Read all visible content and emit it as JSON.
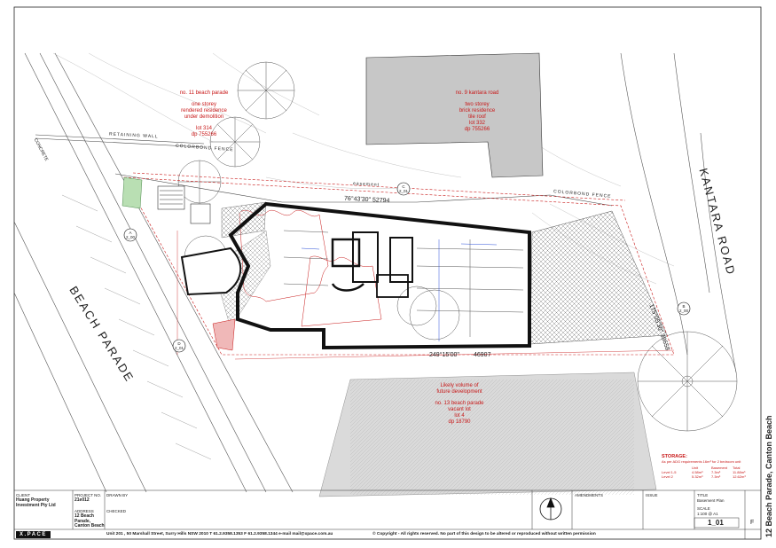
{
  "street_labels": {
    "beach_parade": "BEACH PARADE",
    "kantara_road": "KANTARA ROAD",
    "side_title": "12 Beach Parade, Canton Beach"
  },
  "wall_labels": {
    "retaining_wall": "RETAINING WALL",
    "colorbond_fence_top": "COLORBOND FENCE",
    "colorbond_fence_right": "COLORBOND FENCE",
    "easement": "easement",
    "concrete": "CONCRETE"
  },
  "neighbours": {
    "no11": {
      "title": "no. 11 beach parade",
      "desc1": "one storey",
      "desc2": "rendered residence",
      "desc3": "under demolition",
      "lot": "lot 314",
      "dp": "dp 755266"
    },
    "no9": {
      "title": "no. 9 kantara road",
      "desc1": "two storey",
      "desc2": "brick residence",
      "desc3": "tile roof",
      "lot": "lot 332",
      "dp": "dp 755266"
    },
    "no13": {
      "line1": "Likely volume of",
      "line2": "future development",
      "title": "no. 13 beach parade",
      "desc": "vacant lot",
      "lot": "lot 4",
      "dp": "dp 18790"
    }
  },
  "boundaries": {
    "top": "76°43'30\"  52794",
    "bottom_bearing": "249°15'00\"",
    "bottom_length": "46907",
    "right": "175°05'30\"  38658"
  },
  "section_markers": [
    {
      "id": "A",
      "sheet": "2_00"
    },
    {
      "id": "B",
      "sheet": "2_00"
    },
    {
      "id": "C",
      "sheet": "2_01"
    },
    {
      "id": "D",
      "sheet": "2_01"
    }
  ],
  "storage": {
    "title": "STORAGE:",
    "note": "As per ADG requirements 16m³ for 2 bedroom unit",
    "headers": [
      "Unit",
      "Basement",
      "Total"
    ],
    "rows": [
      [
        "Level 1-5",
        "4.58m³",
        "7.3m³",
        "11.88m³"
      ],
      [
        "Level 2",
        "5.32m³",
        "7.3m³",
        "12.62m³"
      ]
    ]
  },
  "title_block": {
    "client_label": "CLIENT",
    "client_value": "Huang Property Investment Pty Ltd",
    "address_label": "ADDRESS",
    "address_value": "12 Beach Parade, Canton Beach",
    "project_no_label": "PROJECT NO.",
    "project_no_value": "21e012",
    "drawn_by_label": "DRAWN BY",
    "checked_label": "CHECKED",
    "amendments_label": "AMENDMENTS",
    "issue_label": "ISSUE",
    "title_label": "TITLE",
    "title_value": "Basement Plan",
    "scale_label": "SCALE",
    "scale_value": "1:100 @ A1",
    "drawing_no": "1_01",
    "revision": "F",
    "footer_address": "Unit 201 , 50 Marshall Street, Surry Hills NSW 2010     T 61.2.9358.1353   F 61.2.9358.1344   e-mail mail@xpace.com.au",
    "copyright": "© Copyright - All rights reserved. No part of this design to be altered or reproduced without written permission",
    "logo": "X.PACE"
  },
  "colors": {
    "redline": "#c81818",
    "wall": "#111111",
    "hatch": "#9a9a9a",
    "building": "#c4c4c4"
  }
}
